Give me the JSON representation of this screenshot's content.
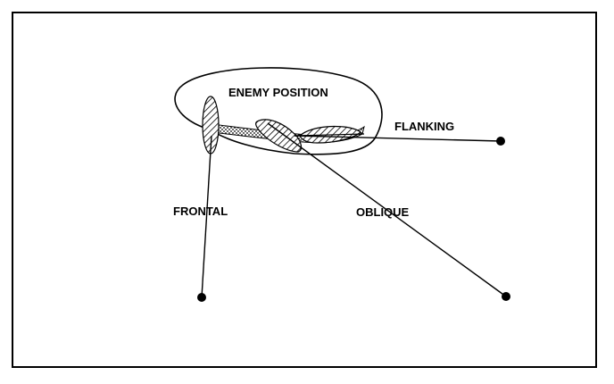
{
  "diagram": {
    "labels": {
      "enemy_position": "ENEMY POSITION",
      "flanking": "FLANKING",
      "frontal": "FRONTAL",
      "oblique": "OBLIQUE"
    },
    "colors": {
      "ink": "#000000",
      "background": "#ffffff"
    }
  }
}
